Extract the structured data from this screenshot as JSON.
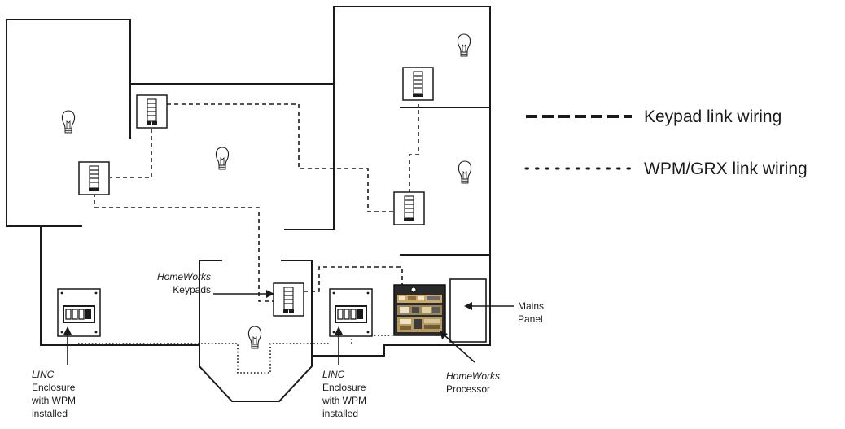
{
  "legend": {
    "keypad_link": "Keypad link wiring",
    "wpm_link": "WPM/GRX link wiring"
  },
  "labels": {
    "homeworks_keypads": {
      "line1": "HomeWorks",
      "line2": "Keypads"
    },
    "mains_panel": {
      "line1": "Mains",
      "line2": "Panel"
    },
    "linc_left": {
      "line1": "LINC",
      "line2": "Enclosure",
      "line3": "with WPM",
      "line4": "installed"
    },
    "linc_right": {
      "line1": "LINC",
      "line2": "Enclosure",
      "line3": "with WPM",
      "line4": "installed"
    },
    "homeworks_processor": {
      "line1": "HomeWorks",
      "line2": "Processor"
    }
  },
  "icons": {
    "bulb": "light-bulb-icon",
    "keypad": "wall-keypad-icon",
    "linc": "linc-enclosure-icon",
    "processor": "processor-board-icon",
    "panel": "mains-panel-icon"
  }
}
